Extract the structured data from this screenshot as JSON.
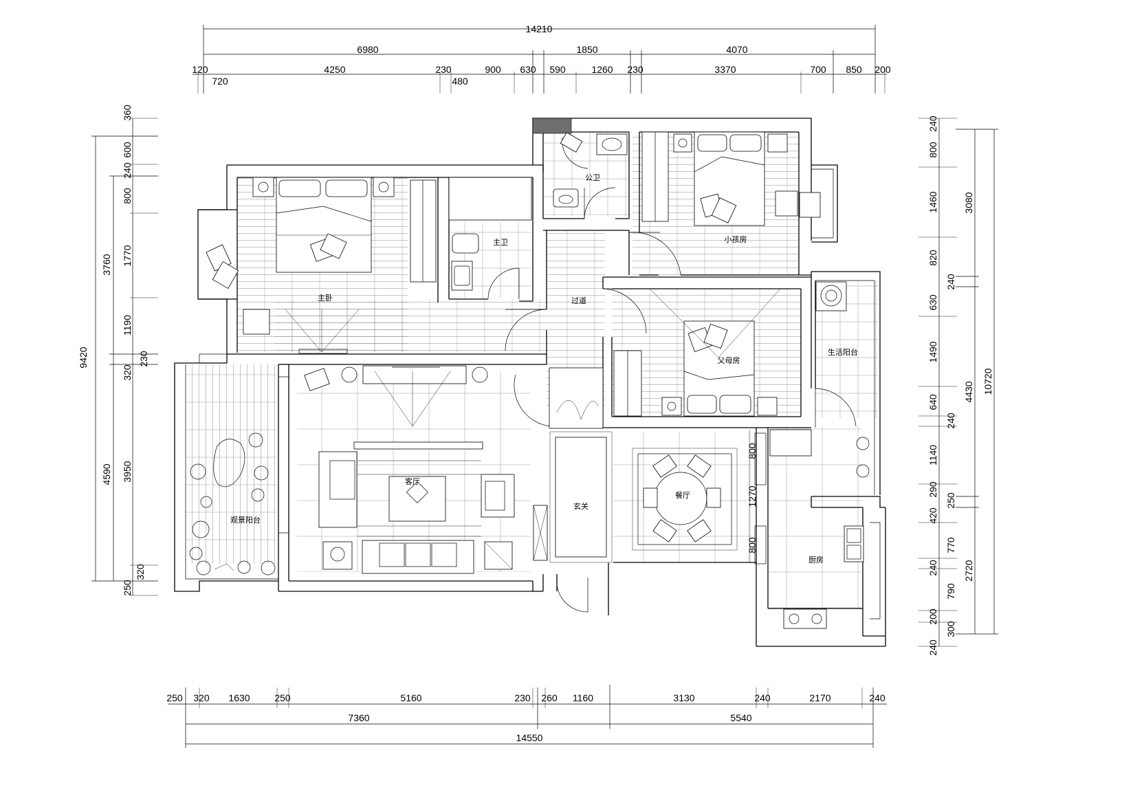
{
  "dimensions": {
    "top_total": "14210",
    "top_groups": [
      "6980",
      "1850",
      "4070"
    ],
    "top_detail_upper": [
      "120",
      "4250",
      "230",
      "900",
      "630",
      "590",
      "1260",
      "230",
      "3370",
      "700",
      "850",
      "200"
    ],
    "top_detail_lower": [
      "720",
      "480"
    ],
    "left_total": "9420",
    "left_groups": [
      "3760",
      "4590"
    ],
    "left_detail": [
      "360",
      "600",
      "240",
      "800",
      "1770",
      "1190",
      "230",
      "320",
      "3950",
      "320",
      "250"
    ],
    "right_total": "10720",
    "right_groups": [
      "3080",
      "4430",
      "2720"
    ],
    "right_detail": [
      "240",
      "800",
      "1460",
      "820",
      "240",
      "630",
      "1490",
      "640",
      "240",
      "1140",
      "290",
      "250",
      "420",
      "770",
      "240",
      "790",
      "200",
      "300",
      "240"
    ],
    "bottom_total": "14550",
    "bottom_groups": [
      "7360",
      "5540"
    ],
    "bottom_detail": [
      "250",
      "320",
      "1630",
      "250",
      "5160",
      "230",
      "260",
      "1160",
      "3130",
      "240",
      "2170",
      "240"
    ],
    "interior": [
      "800",
      "1270",
      "800"
    ]
  },
  "rooms": {
    "master_bedroom": "主卧",
    "master_bath": "主卫",
    "public_bath": "公卫",
    "kids_room": "小孩房",
    "corridor": "过道",
    "parents_room": "父母房",
    "utility_balcony": "生活阳台",
    "living_room": "客厅",
    "entrance": "玄关",
    "dining_room": "餐厅",
    "kitchen": "厨房",
    "view_balcony": "观景阳台"
  }
}
